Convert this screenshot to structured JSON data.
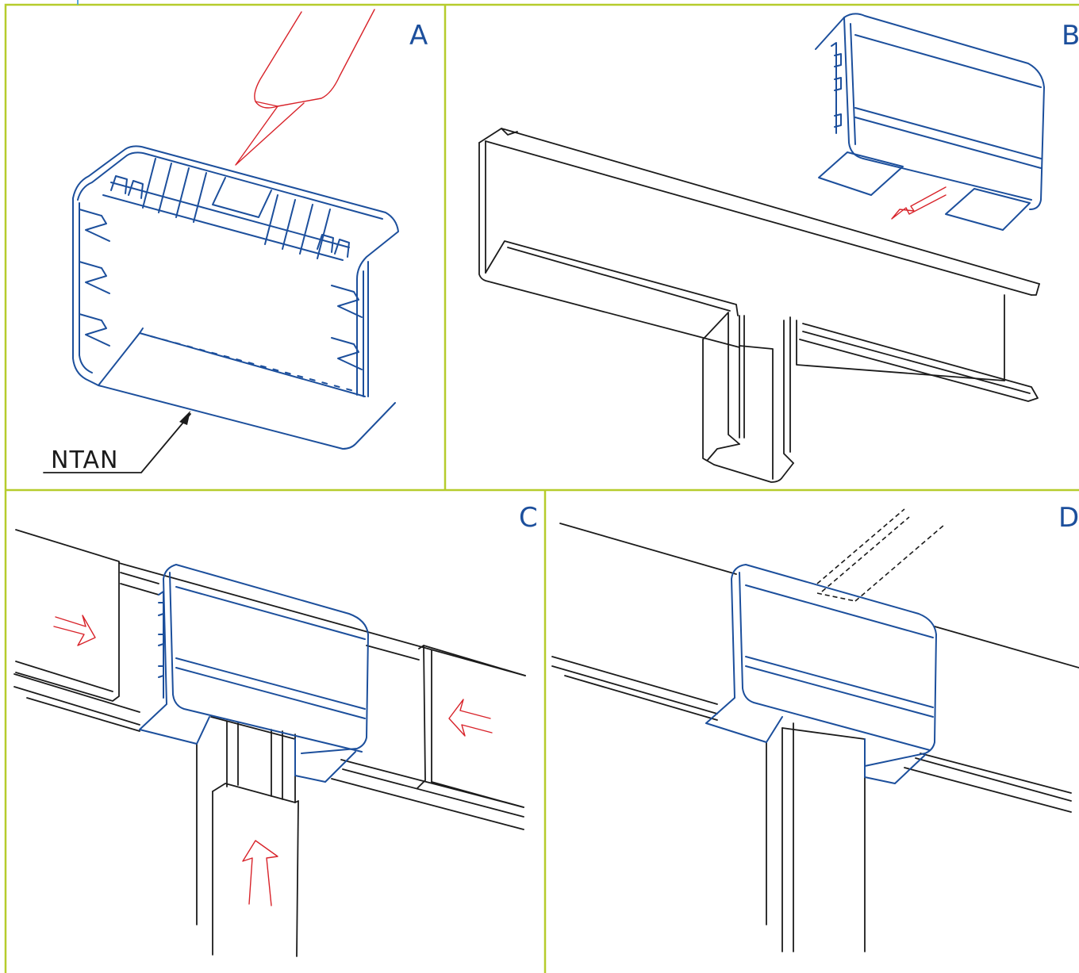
{
  "colors": {
    "frame": "#b6cc2c",
    "cover": "#1c4f9c",
    "line": "#1b1b1b",
    "arrow": "#d8232a",
    "letter": "#1c4f9c"
  },
  "panels": [
    {
      "letter": "A"
    },
    {
      "letter": "B"
    },
    {
      "letter": "C"
    },
    {
      "letter": "D"
    }
  ],
  "callout": {
    "label": "NTAN"
  }
}
